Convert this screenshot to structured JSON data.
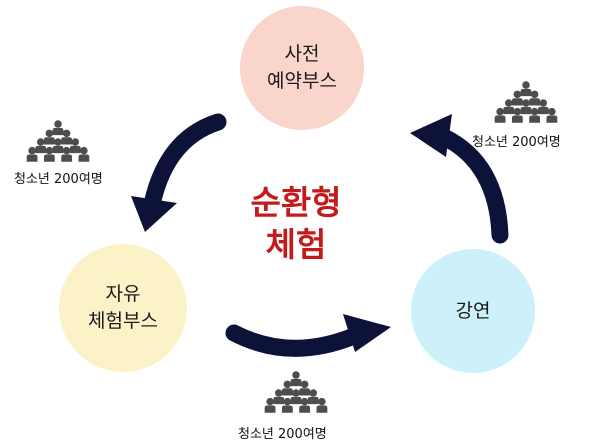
{
  "center_title": {
    "line1": "순환형",
    "line2": "체험"
  },
  "nodes": {
    "pre_booth": {
      "line1": "사전",
      "line2": "예약부스",
      "color": "#f9d5cb"
    },
    "free_booth": {
      "line1": "자유",
      "line2": "체험부스",
      "color": "#fcf2c7"
    },
    "lecture": {
      "line1": "강연",
      "color": "#ccf1fb"
    }
  },
  "captions": {
    "left": "청소년 200여명",
    "right": "청소년 200여명",
    "bottom": "청소년 200여명"
  },
  "icons": {
    "people_group": "people-group-icon"
  },
  "colors": {
    "arrow": "#0c1238",
    "accent": "#c41a1a",
    "people": "#4d4d4d"
  }
}
